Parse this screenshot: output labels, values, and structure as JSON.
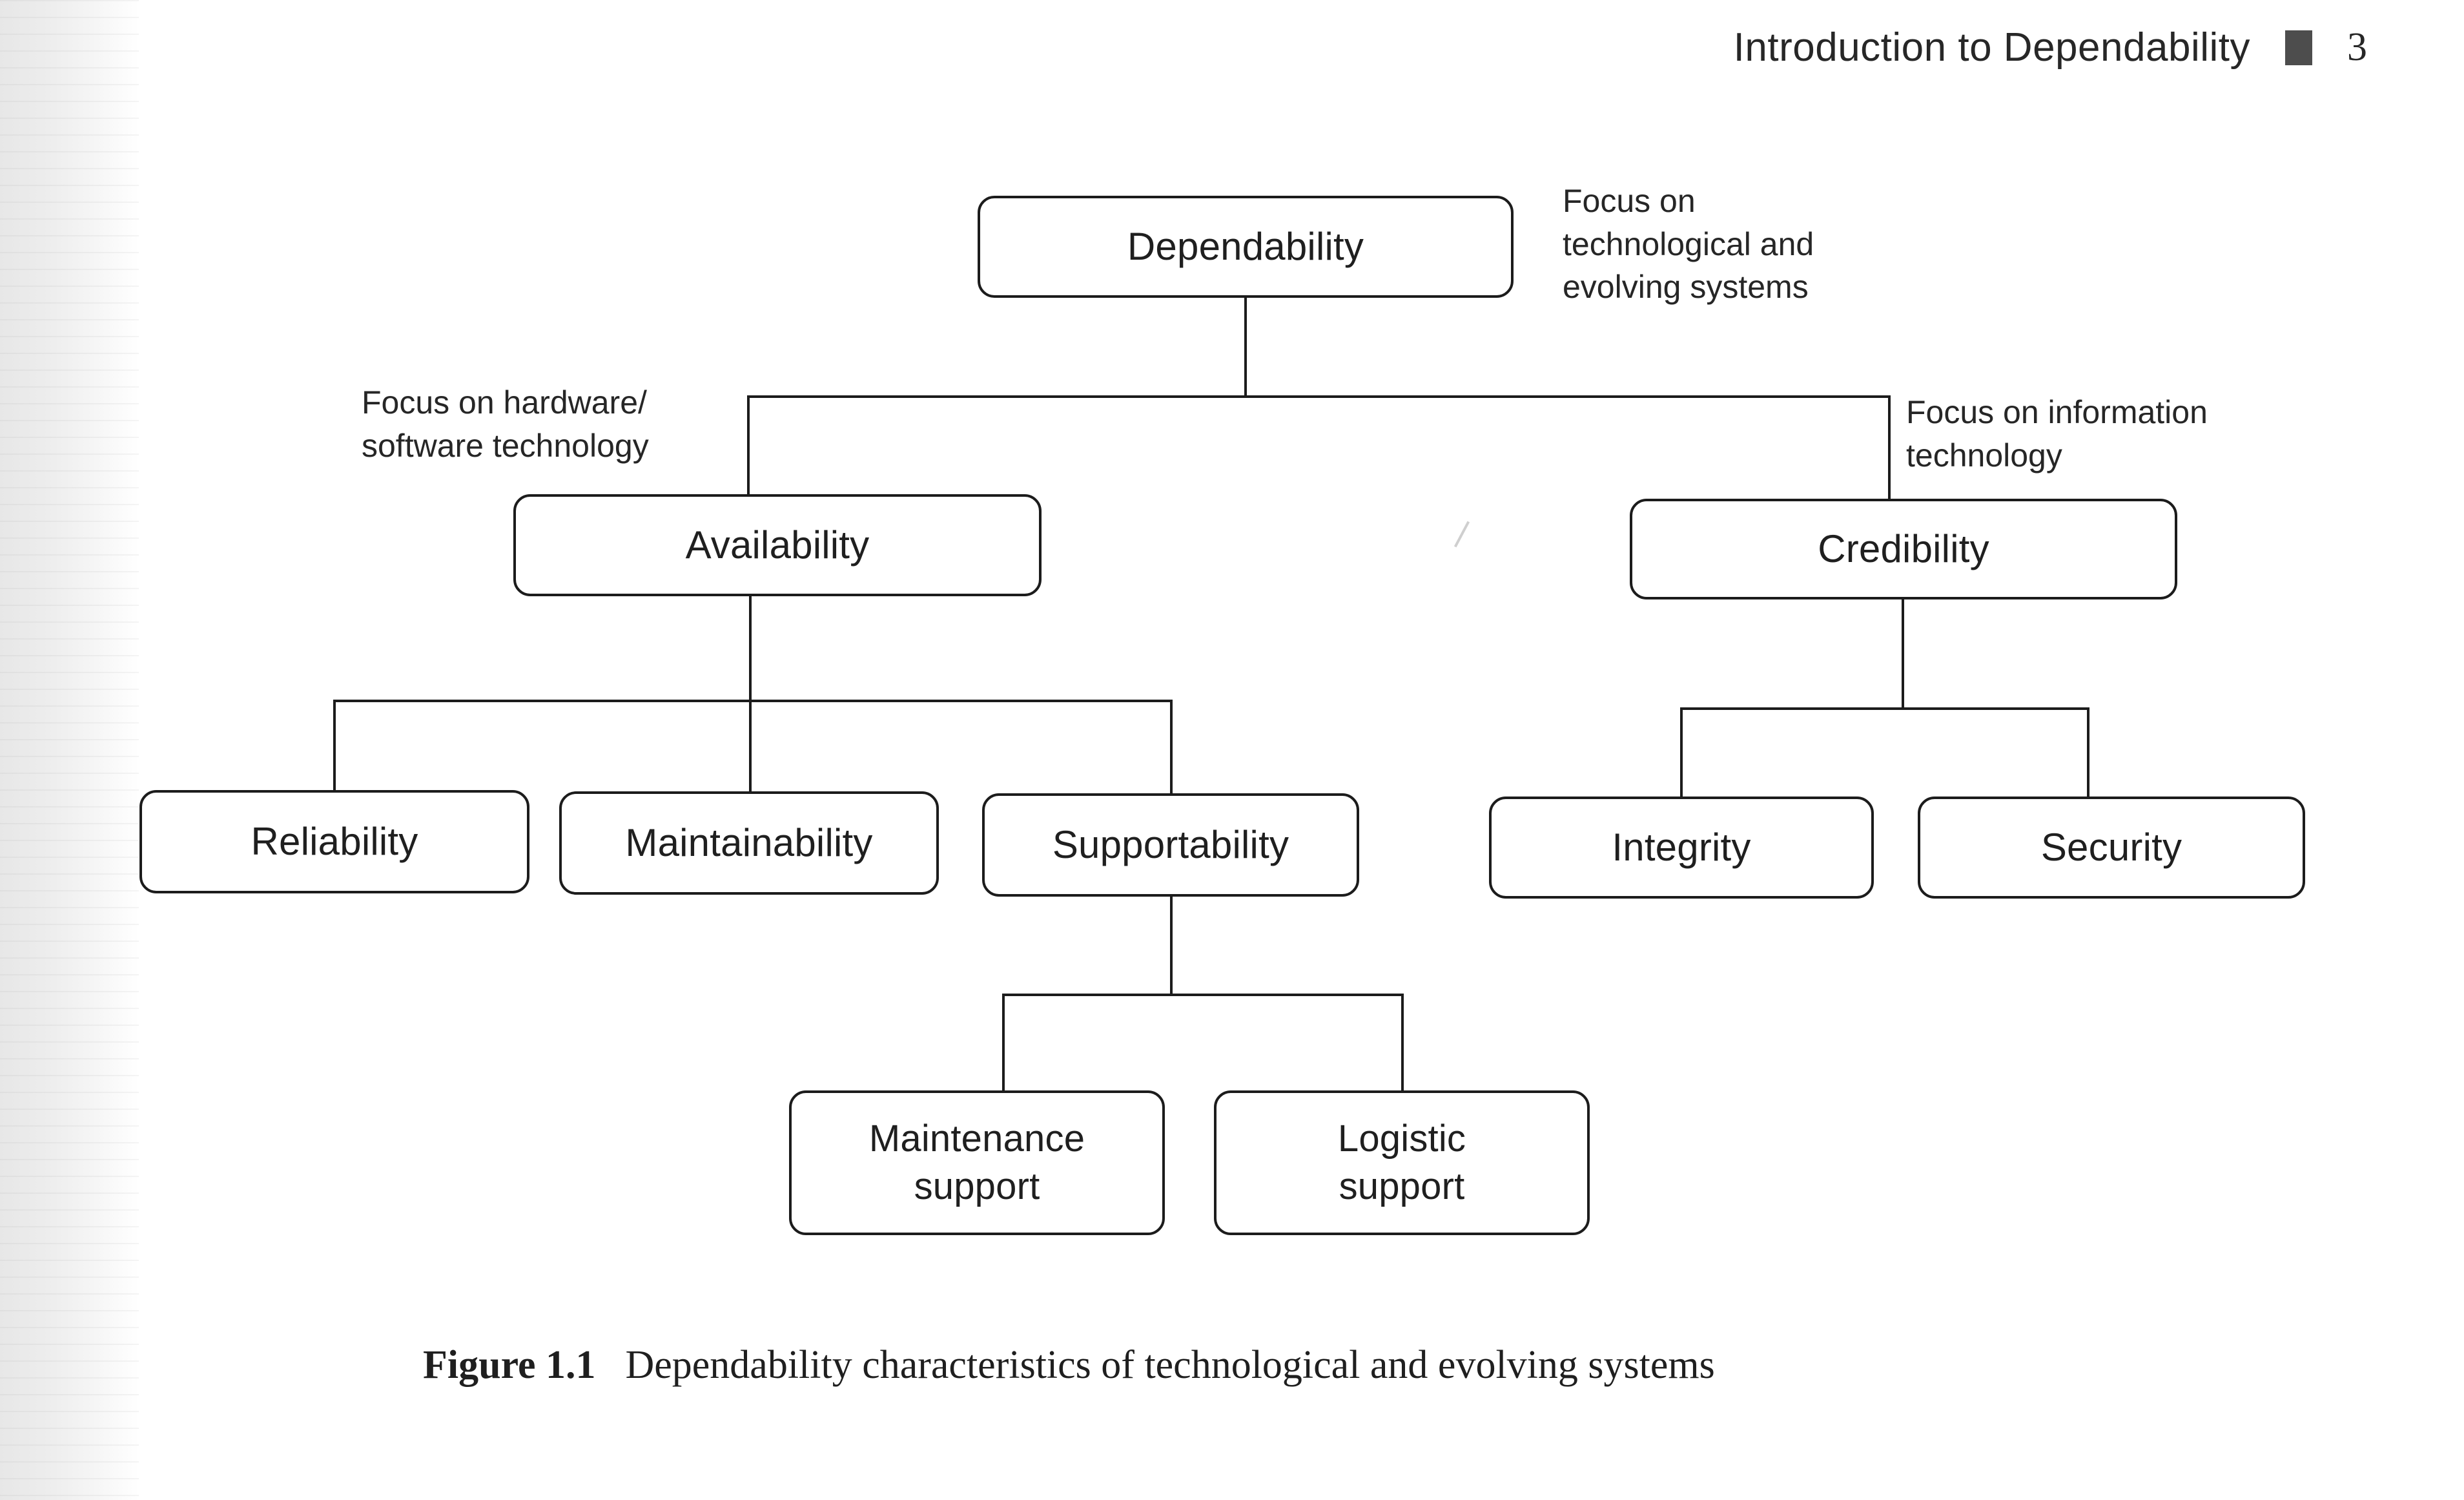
{
  "running_head": {
    "title": "Introduction to Dependability",
    "marker_icon": "filled-square-icon",
    "page_number": "3"
  },
  "figure": {
    "caption_label": "Figure 1.1",
    "caption_text": "Dependability characteristics of technological and evolving systems"
  },
  "chart_data": {
    "type": "diagram",
    "subtype": "tree-hierarchy",
    "title": "Dependability characteristics of technological and evolving systems",
    "nodes": [
      {
        "id": "dependability",
        "label": "Dependability",
        "level": 0
      },
      {
        "id": "availability",
        "label": "Availability",
        "level": 1
      },
      {
        "id": "credibility",
        "label": "Credibility",
        "level": 1
      },
      {
        "id": "reliability",
        "label": "Reliability",
        "level": 2
      },
      {
        "id": "maintainability",
        "label": "Maintainability",
        "level": 2
      },
      {
        "id": "supportability",
        "label": "Supportability",
        "level": 2
      },
      {
        "id": "integrity",
        "label": "Integrity",
        "level": 2
      },
      {
        "id": "security",
        "label": "Security",
        "level": 2
      },
      {
        "id": "maintenance-support",
        "label": "Maintenance\nsupport",
        "level": 3
      },
      {
        "id": "logistic-support",
        "label": "Logistic\nsupport",
        "level": 3
      }
    ],
    "edges": [
      {
        "from": "dependability",
        "to": "availability"
      },
      {
        "from": "dependability",
        "to": "credibility"
      },
      {
        "from": "availability",
        "to": "reliability"
      },
      {
        "from": "availability",
        "to": "maintainability"
      },
      {
        "from": "availability",
        "to": "supportability"
      },
      {
        "from": "credibility",
        "to": "integrity"
      },
      {
        "from": "credibility",
        "to": "security"
      },
      {
        "from": "supportability",
        "to": "maintenance-support"
      },
      {
        "from": "supportability",
        "to": "logistic-support"
      }
    ],
    "annotations": [
      {
        "id": "note-dependability",
        "text": "Focus on\ntechnological and\nevolving systems",
        "attached_to": "dependability"
      },
      {
        "id": "note-availability",
        "text": "Focus on hardware/\nsoftware technology",
        "attached_to": "availability"
      },
      {
        "id": "note-credibility",
        "text": "Focus on information\ntechnology",
        "attached_to": "credibility"
      }
    ],
    "colors": {
      "line": "#1c1c1c",
      "text": "#1f1f1f",
      "background": "#ffffff",
      "running_head_marker": "#4d4d4d"
    }
  },
  "nodes": {
    "dependability": "Dependability",
    "availability": "Availability",
    "credibility": "Credibility",
    "reliability": "Reliability",
    "maintainability": "Maintainability",
    "supportability": "Supportability",
    "integrity": "Integrity",
    "security": "Security",
    "maintenance_support": "Maintenance\nsupport",
    "logistic_support": "Logistic\nsupport"
  },
  "annotations": {
    "dependability_note": "Focus on\ntechnological and\nevolving systems",
    "availability_note": "Focus on hardware/\nsoftware technology",
    "credibility_note": "Focus on information\ntechnology"
  }
}
